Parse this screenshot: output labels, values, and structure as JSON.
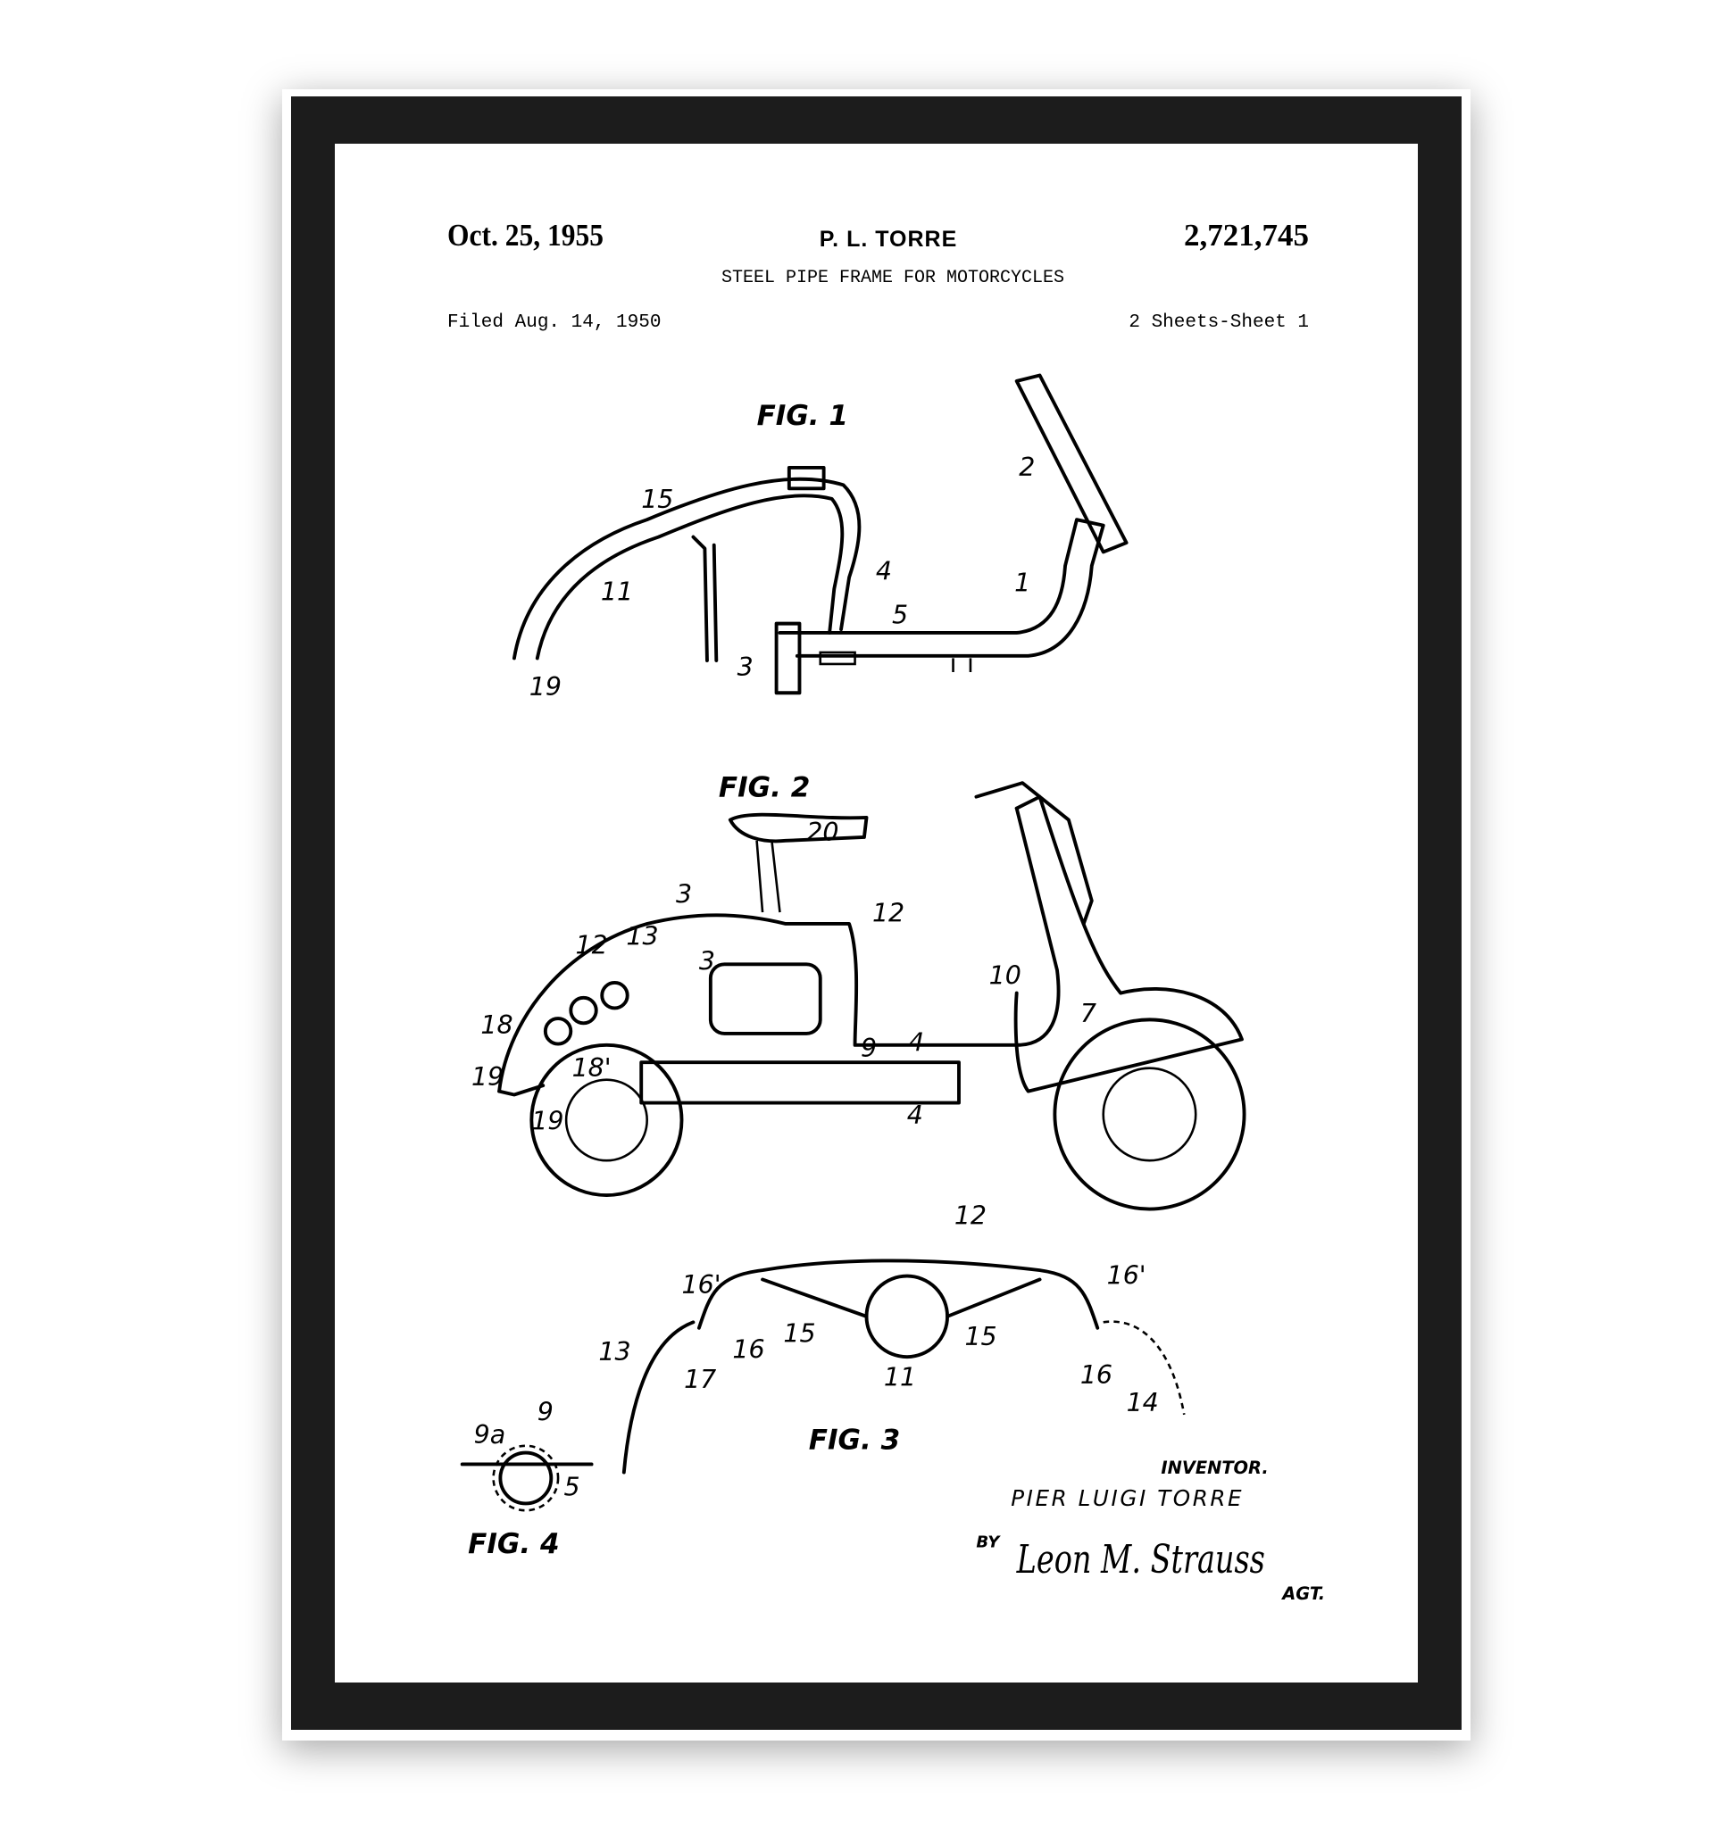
{
  "header": {
    "date": "Oct. 25, 1955",
    "inventor": "P. L. TORRE",
    "patent_number": "2,721,745",
    "title": "STEEL PIPE FRAME FOR MOTORCYCLES",
    "filed": "Filed Aug. 14, 1950",
    "sheets": "2 Sheets-Sheet 1"
  },
  "figures": {
    "fig1": "FIG. 1",
    "fig2": "FIG. 2",
    "fig3": "FIG. 3",
    "fig4": "FIG. 4"
  },
  "refs": {
    "fig1": [
      "2",
      "15",
      "1",
      "4",
      "11",
      "5",
      "3",
      "19"
    ],
    "fig2": [
      "20",
      "3",
      "3",
      "12",
      "13",
      "12",
      "10",
      "18",
      "19",
      "18'",
      "19",
      "9",
      "4",
      "4",
      "7"
    ],
    "fig3": [
      "12",
      "16'",
      "16'",
      "13",
      "15",
      "15",
      "16",
      "17",
      "11",
      "16",
      "14"
    ],
    "fig4": [
      "9a",
      "9",
      "5"
    ]
  },
  "signature": {
    "inventor_label": "INVENTOR.",
    "inventor_name": "PIER LUIGI TORRE",
    "by": "BY",
    "attorney_sig": "Leon M. Strauss",
    "agent": "AGT."
  }
}
